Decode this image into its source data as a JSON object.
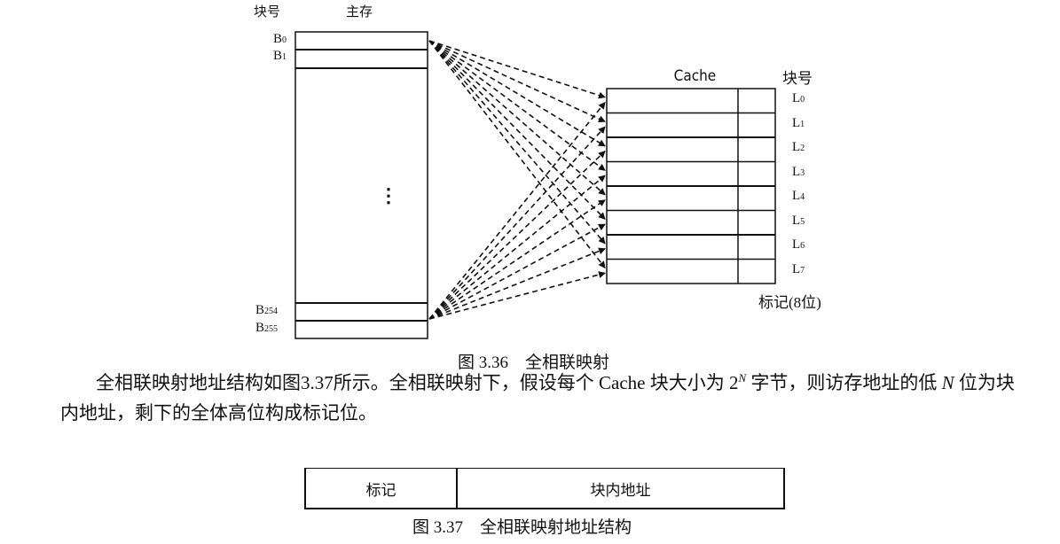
{
  "figure_336": {
    "main_memory": {
      "block_col_header": "块号",
      "title": "主存",
      "blocks": [
        {
          "prefix": "B",
          "index": "0"
        },
        {
          "prefix": "B",
          "index": "1"
        },
        {
          "prefix": "B",
          "index": "254"
        },
        {
          "prefix": "B",
          "index": "255"
        }
      ],
      "ellipsis": "⋮"
    },
    "cache": {
      "title": "Cache",
      "block_col_header": "块号",
      "lines": [
        {
          "prefix": "L",
          "index": "0"
        },
        {
          "prefix": "L",
          "index": "1"
        },
        {
          "prefix": "L",
          "index": "2"
        },
        {
          "prefix": "L",
          "index": "3"
        },
        {
          "prefix": "L",
          "index": "4"
        },
        {
          "prefix": "L",
          "index": "5"
        },
        {
          "prefix": "L",
          "index": "6"
        },
        {
          "prefix": "L",
          "index": "7"
        }
      ],
      "tag_label": "标记(8位)"
    },
    "caption": "图 3.36　全相联映射"
  },
  "paragraph": {
    "text_before": "全相联映射地址结构如图3.37所示。全相联映射下，假设每个 Cache 块大小为 2",
    "superscript": "N",
    "text_middle": " 字节，则访存地址的低 ",
    "var": "N",
    "text_after": " 位为块内地址，剩下的全体高位构成标记位。"
  },
  "figure_337": {
    "fields": [
      "标记",
      "块内地址"
    ],
    "caption": "图 3.37　全相联映射地址结构"
  }
}
